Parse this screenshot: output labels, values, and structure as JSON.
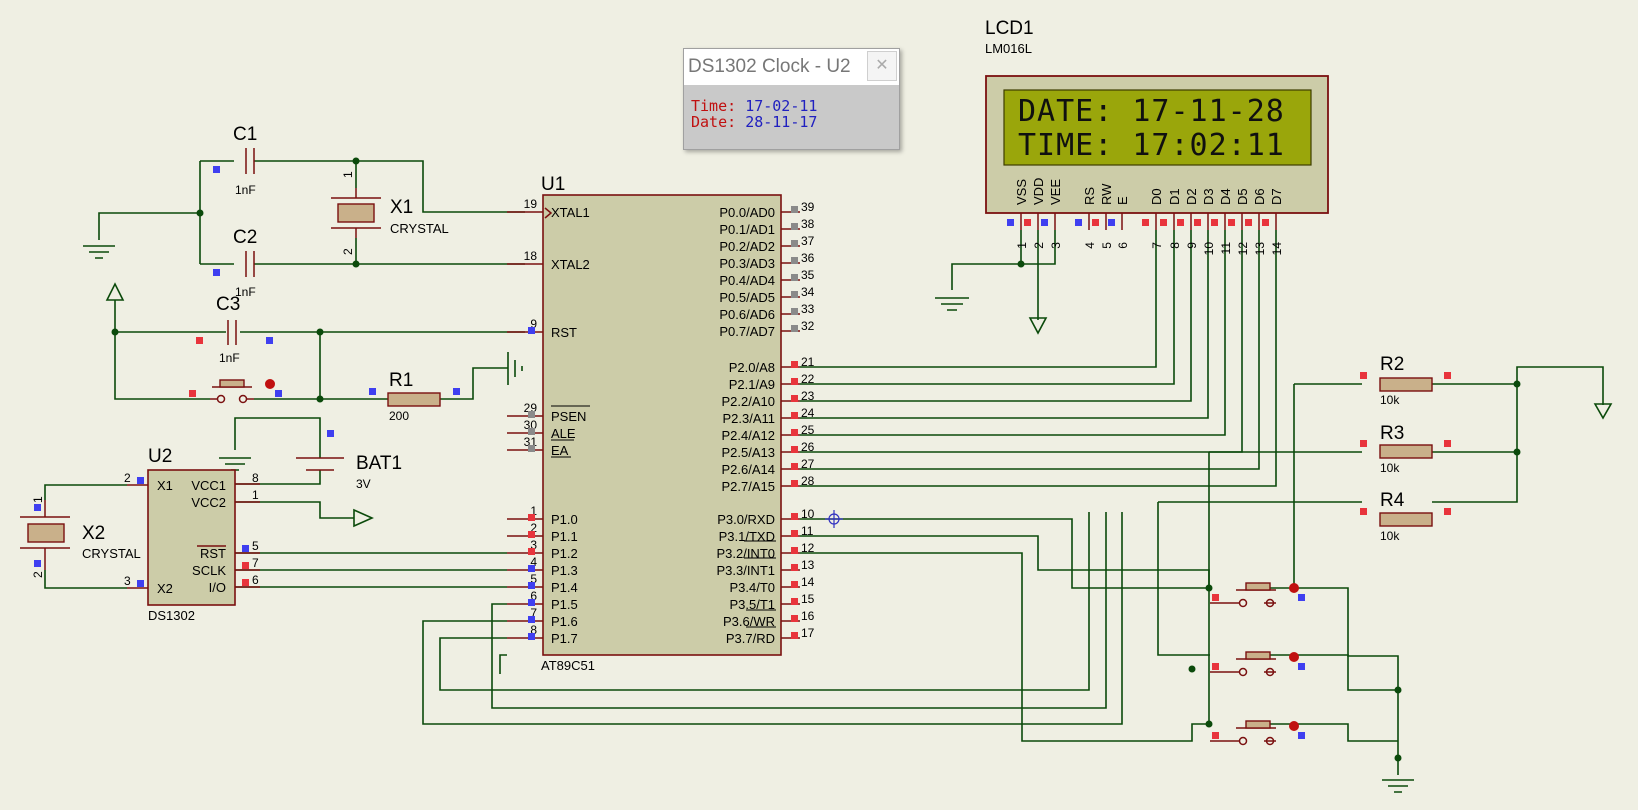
{
  "clock_window": {
    "title": "DS1302 Clock - U2",
    "close_glyph": "✕",
    "time_label": "Time:",
    "time_value": "17-02-11",
    "date_label": "Date:",
    "date_value": "28-11-17"
  },
  "lcd": {
    "ref": "LCD1",
    "model": "LM016L",
    "line1": "DATE: 17-11-28",
    "line2": "TIME: 17:02:11",
    "pins": [
      {
        "name": "VSS",
        "num": "1"
      },
      {
        "name": "VDD",
        "num": "2"
      },
      {
        "name": "VEE",
        "num": "3"
      },
      {
        "name": "RS",
        "num": "4"
      },
      {
        "name": "RW",
        "num": "5"
      },
      {
        "name": "E",
        "num": "6"
      },
      {
        "name": "D0",
        "num": "7"
      },
      {
        "name": "D1",
        "num": "8"
      },
      {
        "name": "D2",
        "num": "9"
      },
      {
        "name": "D3",
        "num": "10"
      },
      {
        "name": "D4",
        "num": "11"
      },
      {
        "name": "D5",
        "num": "12"
      },
      {
        "name": "D6",
        "num": "13"
      },
      {
        "name": "D7",
        "num": "14"
      }
    ]
  },
  "mcu": {
    "ref": "U1",
    "model": "AT89C51",
    "left_pins": [
      {
        "num": "19",
        "name": "XTAL1"
      },
      {
        "num": "18",
        "name": "XTAL2"
      },
      {
        "num": "9",
        "name": "RST"
      },
      {
        "num": "29",
        "name": "PSEN"
      },
      {
        "num": "30",
        "name": "ALE"
      },
      {
        "num": "31",
        "name": "EA"
      },
      {
        "num": "1",
        "name": "P1.0"
      },
      {
        "num": "2",
        "name": "P1.1"
      },
      {
        "num": "3",
        "name": "P1.2"
      },
      {
        "num": "4",
        "name": "P1.3"
      },
      {
        "num": "5",
        "name": "P1.4"
      },
      {
        "num": "6",
        "name": "P1.5"
      },
      {
        "num": "7",
        "name": "P1.6"
      },
      {
        "num": "8",
        "name": "P1.7"
      }
    ],
    "right_pins": [
      {
        "num": "39",
        "name": "P0.0/AD0"
      },
      {
        "num": "38",
        "name": "P0.1/AD1"
      },
      {
        "num": "37",
        "name": "P0.2/AD2"
      },
      {
        "num": "36",
        "name": "P0.3/AD3"
      },
      {
        "num": "35",
        "name": "P0.4/AD4"
      },
      {
        "num": "34",
        "name": "P0.5/AD5"
      },
      {
        "num": "33",
        "name": "P0.6/AD6"
      },
      {
        "num": "32",
        "name": "P0.7/AD7"
      },
      {
        "num": "21",
        "name": "P2.0/A8"
      },
      {
        "num": "22",
        "name": "P2.1/A9"
      },
      {
        "num": "23",
        "name": "P2.2/A10"
      },
      {
        "num": "24",
        "name": "P2.3/A11"
      },
      {
        "num": "25",
        "name": "P2.4/A12"
      },
      {
        "num": "26",
        "name": "P2.5/A13"
      },
      {
        "num": "27",
        "name": "P2.6/A14"
      },
      {
        "num": "28",
        "name": "P2.7/A15"
      },
      {
        "num": "10",
        "name": "P3.0/RXD"
      },
      {
        "num": "11",
        "name": "P3.1/TXD"
      },
      {
        "num": "12",
        "name": "P3.2/INT0"
      },
      {
        "num": "13",
        "name": "P3.3/INT1"
      },
      {
        "num": "14",
        "name": "P3.4/T0"
      },
      {
        "num": "15",
        "name": "P3.5/T1"
      },
      {
        "num": "16",
        "name": "P3.6/WR"
      },
      {
        "num": "17",
        "name": "P3.7/RD"
      }
    ]
  },
  "rtc": {
    "ref": "U2",
    "model": "DS1302",
    "pins": [
      {
        "num": "2",
        "name": "X1"
      },
      {
        "num": "3",
        "name": "X2"
      },
      {
        "num": "8",
        "name": "VCC1"
      },
      {
        "num": "1",
        "name": "VCC2"
      },
      {
        "num": "5",
        "name": "RST"
      },
      {
        "num": "7",
        "name": "SCLK"
      },
      {
        "num": "6",
        "name": "I/O"
      }
    ]
  },
  "components": {
    "c1": {
      "ref": "C1",
      "value": "1nF"
    },
    "c2": {
      "ref": "C2",
      "value": "1nF"
    },
    "c3": {
      "ref": "C3",
      "value": "1nF"
    },
    "x1": {
      "ref": "X1",
      "value": "CRYSTAL",
      "pin_a": "1",
      "pin_b": "2"
    },
    "x2": {
      "ref": "X2",
      "value": "CRYSTAL",
      "pin_a": "1",
      "pin_b": "2"
    },
    "r1": {
      "ref": "R1",
      "value": "200"
    },
    "r2": {
      "ref": "R2",
      "value": "10k"
    },
    "r3": {
      "ref": "R3",
      "value": "10k"
    },
    "r4": {
      "ref": "R4",
      "value": "10k"
    },
    "bat1": {
      "ref": "BAT1",
      "value": "3V"
    }
  }
}
